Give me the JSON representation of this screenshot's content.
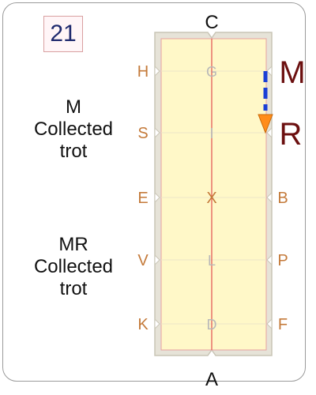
{
  "movement_number": "21",
  "movements": [
    {
      "lines": [
        "M",
        "Collected",
        "trot"
      ]
    },
    {
      "lines": [
        "MR",
        "Collected",
        "trot"
      ]
    }
  ],
  "arena": {
    "end_letters": {
      "top": "C",
      "bottom": "A"
    },
    "left_letters": [
      "H",
      "S",
      "E",
      "V",
      "K"
    ],
    "right_letters": [
      "B",
      "P",
      "F"
    ],
    "centerline_letters": [
      "G",
      "I",
      "X",
      "L",
      "D"
    ]
  },
  "route": {
    "from_label": "M",
    "to_label": "R"
  },
  "colors": {
    "arena_fill": "#fff8c8",
    "arena_border": "#d4d0c4",
    "centerline": "#e25050",
    "route_stroke": "#1a3fd6",
    "arrow_fill": "#ff8c1a",
    "letter_color": "#c47a3a",
    "route_label_color": "#6b0f0f"
  }
}
